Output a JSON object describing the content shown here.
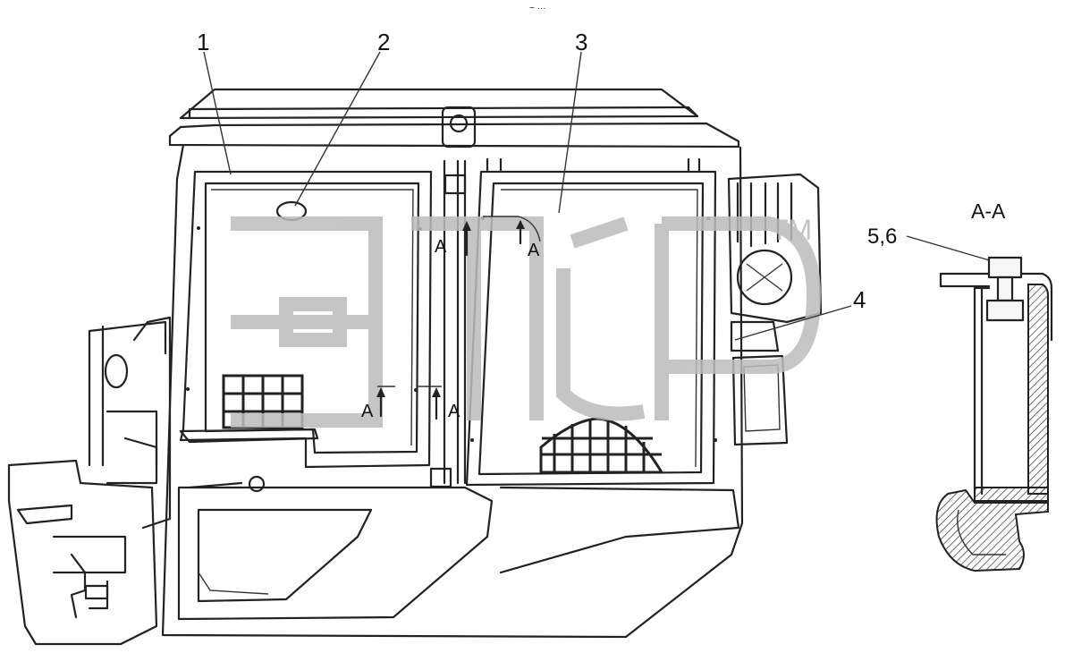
{
  "labels": {
    "item1": "1",
    "item2": "2",
    "item3": "3",
    "item4": "4",
    "item56": "5,6"
  },
  "section_marks": {
    "mark": "A"
  },
  "section_view": {
    "title": "A-A"
  },
  "watermark": {
    "text": "TM"
  },
  "colors": {
    "line": "#222222",
    "watermark": "#bcbcbc",
    "background": "#ffffff"
  }
}
